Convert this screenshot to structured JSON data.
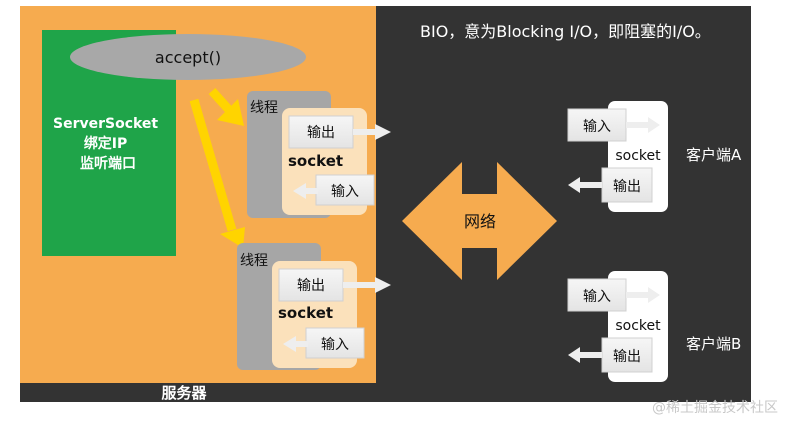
{
  "header": {
    "title": "BIO，意为Blocking I/O，即阻塞的I/O。"
  },
  "server": {
    "label": "服务器",
    "serversocket_lines": [
      "ServerSocket",
      "绑定IP",
      "监听端口"
    ],
    "accept_label": "accept()"
  },
  "threads": [
    {
      "title": "线程",
      "output": "输出",
      "socket": "socket",
      "input": "输入"
    },
    {
      "title": "线程",
      "output": "输出",
      "socket": "socket",
      "input": "输入"
    }
  ],
  "network": {
    "label": "网络"
  },
  "clients": [
    {
      "input": "输入",
      "socket": "socket",
      "output": "输出",
      "name": "客户端A"
    },
    {
      "input": "输入",
      "socket": "socket",
      "output": "输出",
      "name": "客户端B"
    }
  ],
  "watermark": "@稀土掘金技术社区",
  "colors": {
    "background": "#333333",
    "server_area": "#f6ab4f",
    "serversocket": "#1fa449",
    "accept_ellipse": "#a8a8a8",
    "thread_box": "#a6a6a6",
    "socket_panel": "#fbe1bb",
    "yellow_arrow": "#ffd400",
    "network": "#f6ab4f",
    "client_box": "#ffffff",
    "small_box": "#f1f1f1"
  }
}
